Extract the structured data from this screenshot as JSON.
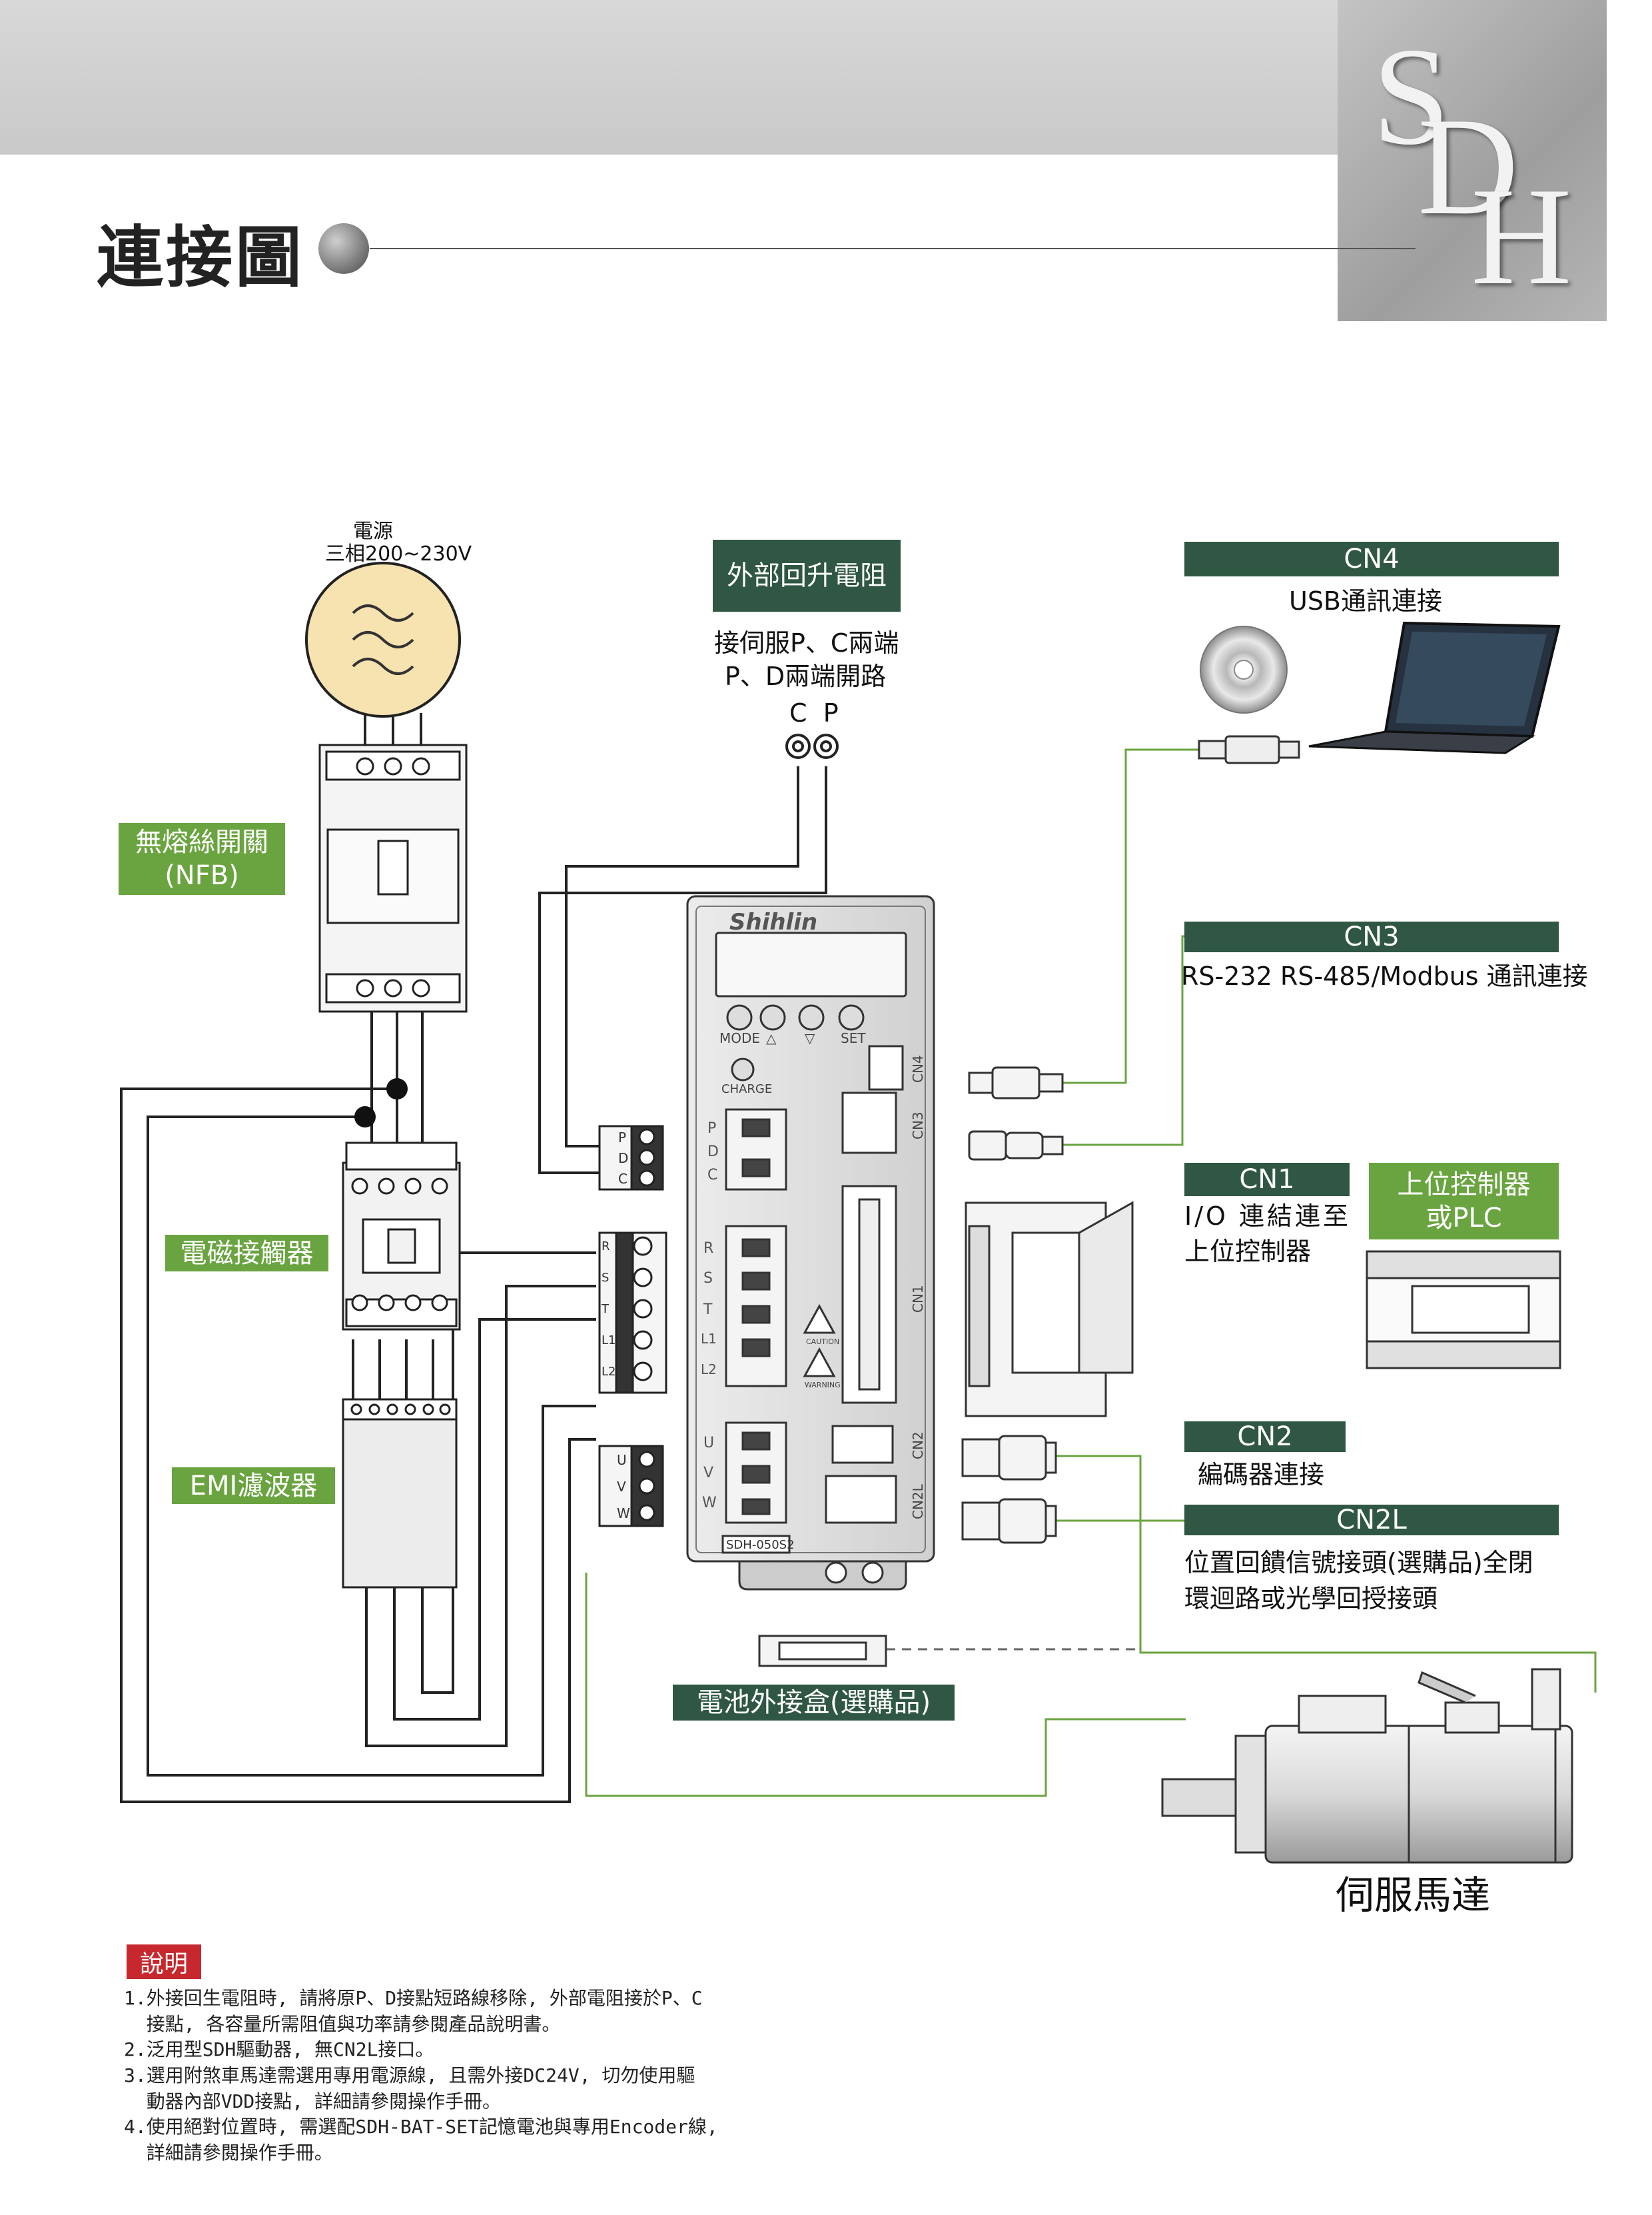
{
  "header": {
    "title": "連接圖",
    "logo_letters": [
      "S",
      "D",
      "H"
    ]
  },
  "power": {
    "title": "電源",
    "spec": "三相200~230V"
  },
  "nfb": {
    "label_line1": "無熔絲開關",
    "label_line2": "(NFB)"
  },
  "contactor": {
    "label": "電磁接觸器"
  },
  "emi": {
    "label": "EMI濾波器"
  },
  "regen": {
    "title": "外部回升電阻",
    "desc_line1": "接伺服P、C兩端",
    "desc_line2": "P、D兩端開路",
    "terminals": "C  P"
  },
  "cn4": {
    "tag": "CN4",
    "desc": "USB通訊連接"
  },
  "cn3": {
    "tag": "CN3",
    "desc": "RS-232 RS-485/Modbus 通訊連接"
  },
  "cn1": {
    "tag": "CN1",
    "desc_line1": "I/O 連結連至",
    "desc_line2": "上位控制器"
  },
  "plc": {
    "tag_line1": "上位控制器",
    "tag_line2": "或PLC"
  },
  "cn2": {
    "tag": "CN2",
    "desc": "編碼器連接"
  },
  "cn2l": {
    "tag": "CN2L",
    "desc_line1": "位置回饋信號接頭(選購品)全閉",
    "desc_line2": "環迴路或光學回授接頭"
  },
  "battery": {
    "label": "電池外接盒(選購品)"
  },
  "motor": {
    "label": "伺服馬達"
  },
  "drive": {
    "brand": "Shihlin",
    "model": "SDH-050S2",
    "buttons": [
      "MODE",
      "△",
      "▽",
      "SET"
    ],
    "charge": "CHARGE",
    "port_labels": [
      "CN4",
      "CN3",
      "CN1",
      "CN2",
      "CN2L"
    ],
    "pdc": [
      "P",
      "D",
      "C"
    ],
    "rst": [
      "R",
      "S",
      "T",
      "L1",
      "L2"
    ],
    "uvw": [
      "U",
      "V",
      "W"
    ],
    "caution": "CAUTION",
    "warning": "WARNING"
  },
  "notes": {
    "title": "說明",
    "items": [
      "1.外接回生電阻時, 請將原P、D接點短路線移除, 外部電阻接於P、C",
      "  接點, 各容量所需阻值與功率請參閱產品說明書。",
      "2.泛用型SDH驅動器, 無CN2L接口。",
      "3.選用附煞車馬達需選用專用電源線, 且需外接DC24V, 切勿使用驅",
      "  動器內部VDD接點, 詳細請參閱操作手冊。",
      "4.使用絕對位置時, 需選配SDH-BAT-SET記憶電池與專用Encoder線,",
      "  詳細請參閱操作手冊。"
    ]
  }
}
